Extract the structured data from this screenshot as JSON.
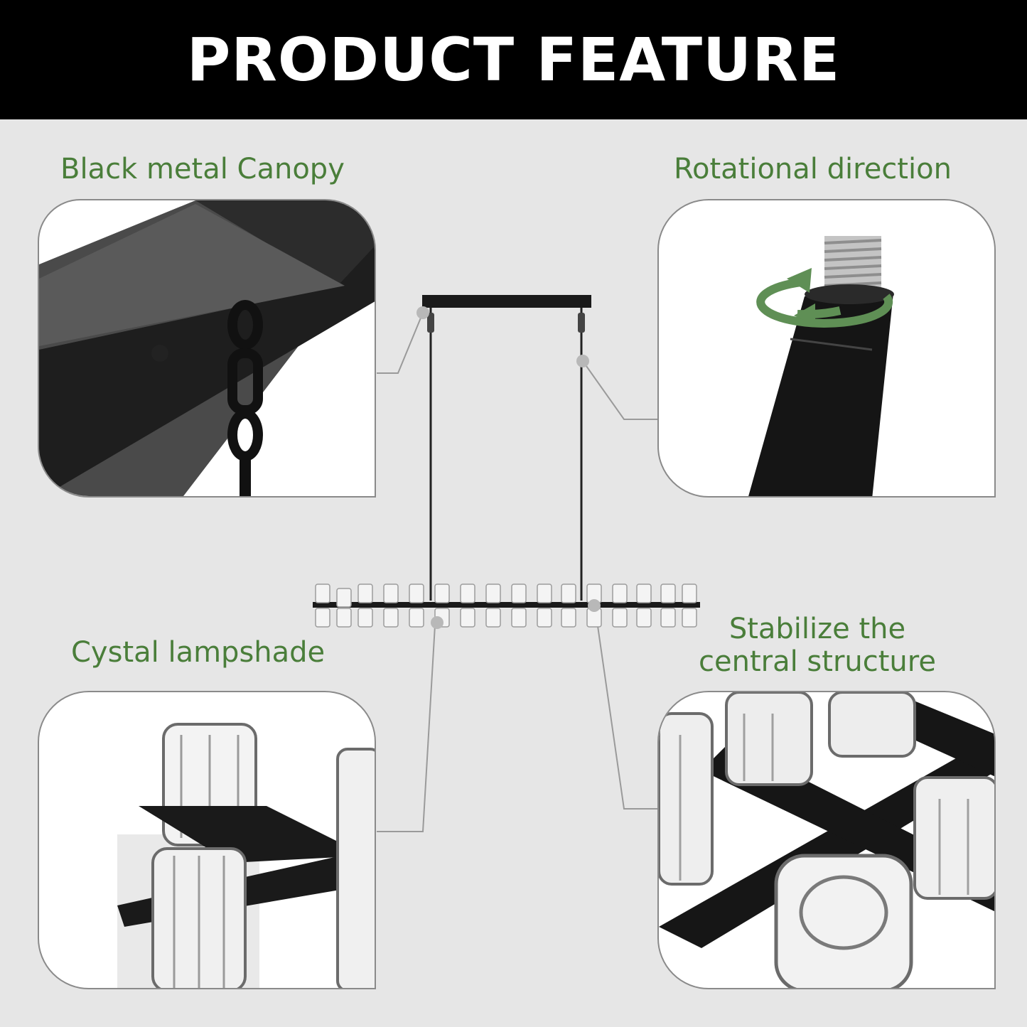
{
  "header": {
    "title": "PRODUCT FEATURE"
  },
  "features": {
    "canopy": {
      "label": "Black metal Canopy"
    },
    "rotation": {
      "label": "Rotational direction"
    },
    "lampshade": {
      "label": "Cystal lampshade"
    },
    "stabilize": {
      "label_line1": "Stabilize the",
      "label_line2": "central structure"
    }
  },
  "colors": {
    "header_bg": "#000000",
    "header_text": "#ffffff",
    "label_green": "#4a7e3a",
    "background": "#e6e6e6",
    "rotation_arrow": "#5f8f55"
  },
  "icons": [
    "rotation-arrow-icon"
  ]
}
